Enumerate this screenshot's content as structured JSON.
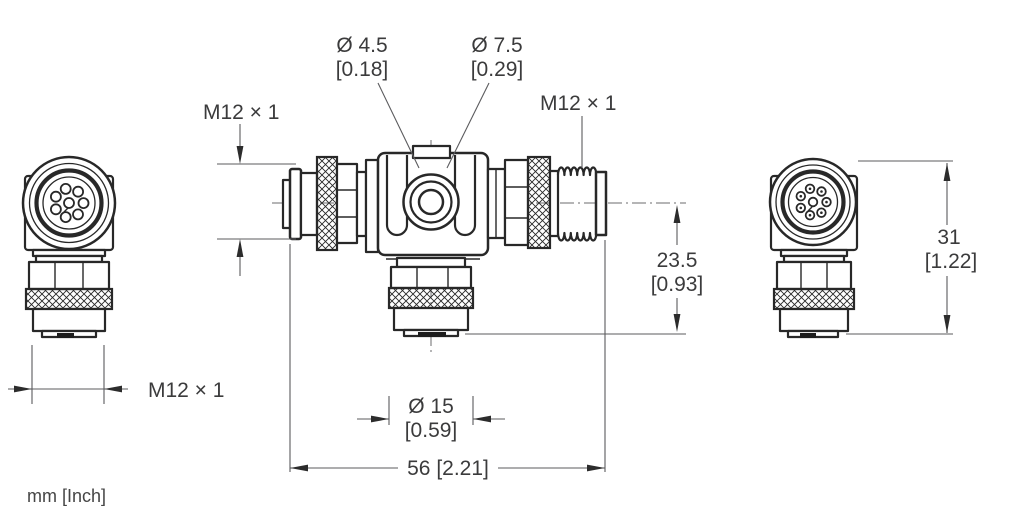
{
  "drawing": {
    "type": "technical-dimension-drawing",
    "subject": "M12 T-piece connector, three views",
    "background_color": "#ffffff",
    "line_color": "#282828",
    "dimension_line_color": "#5b5b5e",
    "text_color": "#3b3b3c"
  },
  "labels": {
    "left_view_thread": "M12 × 1",
    "center_left_thread": "M12 × 1",
    "center_right_thread": "M12 × 1",
    "hole_small_mm": "Ø 4.5",
    "hole_small_inch": "[0.18]",
    "hole_large_mm": "Ø 7.5",
    "hole_large_inch": "[0.29]",
    "center_height_mm": "23.5",
    "center_height_inch": "[0.93]",
    "bottom_dia_mm": "Ø 15",
    "bottom_dia_inch": "[0.59]",
    "total_length": "56 [2.21]",
    "right_view_height_mm": "31",
    "right_view_height_inch": "[1.22]",
    "units_note": "mm [Inch]"
  }
}
